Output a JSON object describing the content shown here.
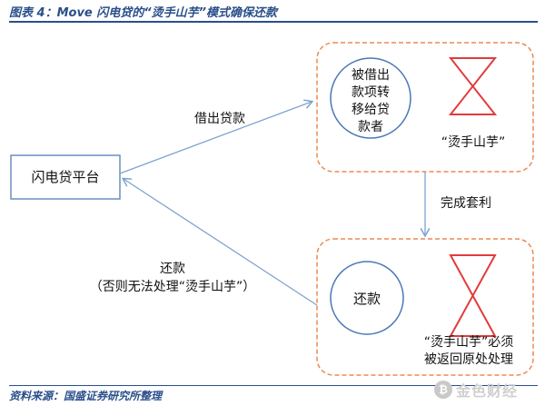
{
  "figure": {
    "title": "图表 4：Move 闪电贷的“烫手山芋”模式确保还款",
    "source": "资料来源：国盛证券研究所整理"
  },
  "nodes": {
    "platform": "闪电贷平台",
    "borrower_circle": "被借出款项转移给贷款者",
    "repay_circle": "还款",
    "hot_potato_top": "“烫手山芋”",
    "hot_potato_bottom": "“烫手山芋”必须被返回原处处理"
  },
  "edges": {
    "lend": "借出贷款",
    "complete": "完成套利",
    "repay_line1": "还款",
    "repay_line2": "（否则无法处理“烫手山芋”）"
  },
  "watermark": {
    "text": "金色财经"
  },
  "colors": {
    "title": "#2a4f8a",
    "arrow": "#7ea3cf",
    "circle": "#4a78b8",
    "dashed_box": "#ec8a52",
    "hourglass": "#e23b3b",
    "platform_box": "#6a8fc0"
  }
}
